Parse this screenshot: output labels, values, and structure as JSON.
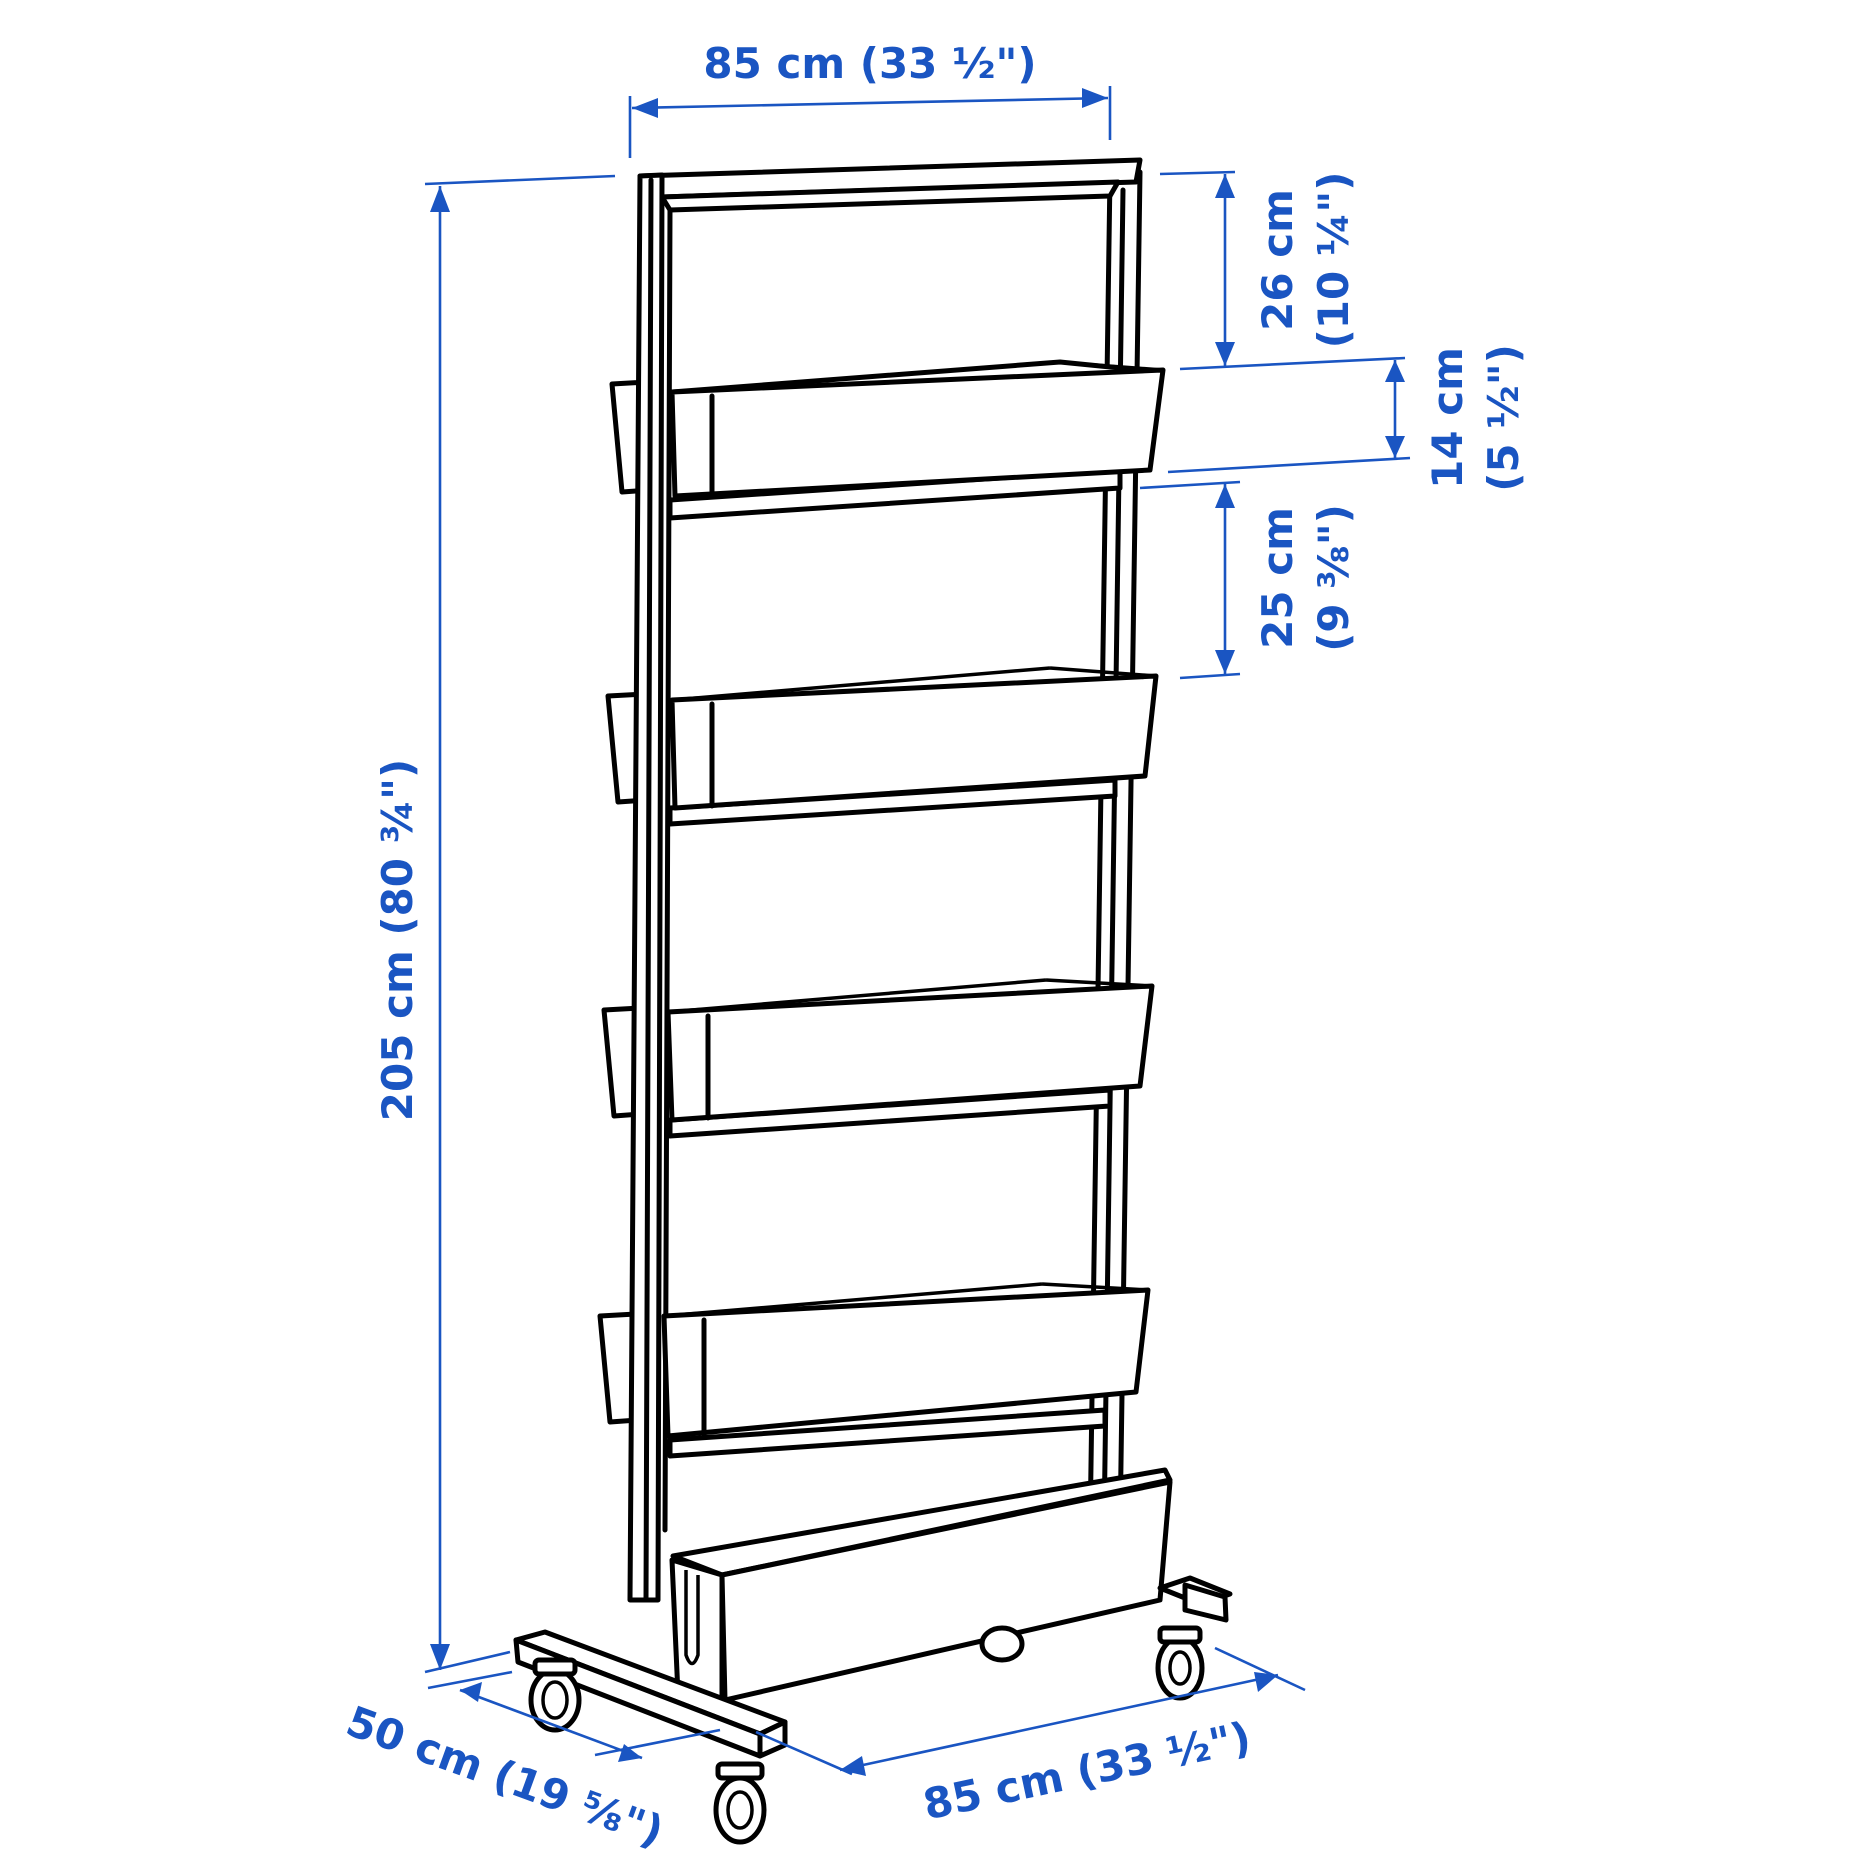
{
  "diagram": {
    "type": "product dimension drawing",
    "subject": "tall planter stand with five trough planters on casters",
    "line_color": "#000000",
    "dimension_color": "#1a55c2",
    "background": "#ffffff"
  },
  "dimensions": {
    "top_width": "85 cm (33 ½\")",
    "total_height": "205 cm (80 ¾\")",
    "top_clearance": {
      "cm": "26 cm",
      "inch": "(10 ¼\")"
    },
    "planter_height": {
      "cm": "14 cm",
      "inch": "(5 ½\")"
    },
    "planter_spacing": {
      "cm": "25 cm",
      "inch": "(9 ⅜\")"
    },
    "depth": "50 cm (19 ⅝\")",
    "base_width": "85 cm (33 ½\")"
  },
  "components": {
    "planter_count": 5,
    "caster_count": 4
  }
}
